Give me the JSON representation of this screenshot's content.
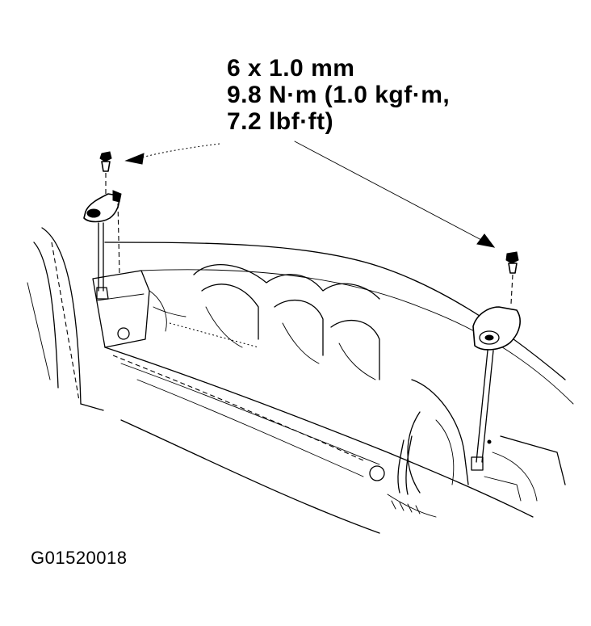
{
  "spec": {
    "size": "6 x 1.0 mm",
    "torque_nm": "9.8 N·m (1.0 kgf·m,",
    "torque_lbf": "7.2 lbf·ft)"
  },
  "figure_code": "G01520018"
}
